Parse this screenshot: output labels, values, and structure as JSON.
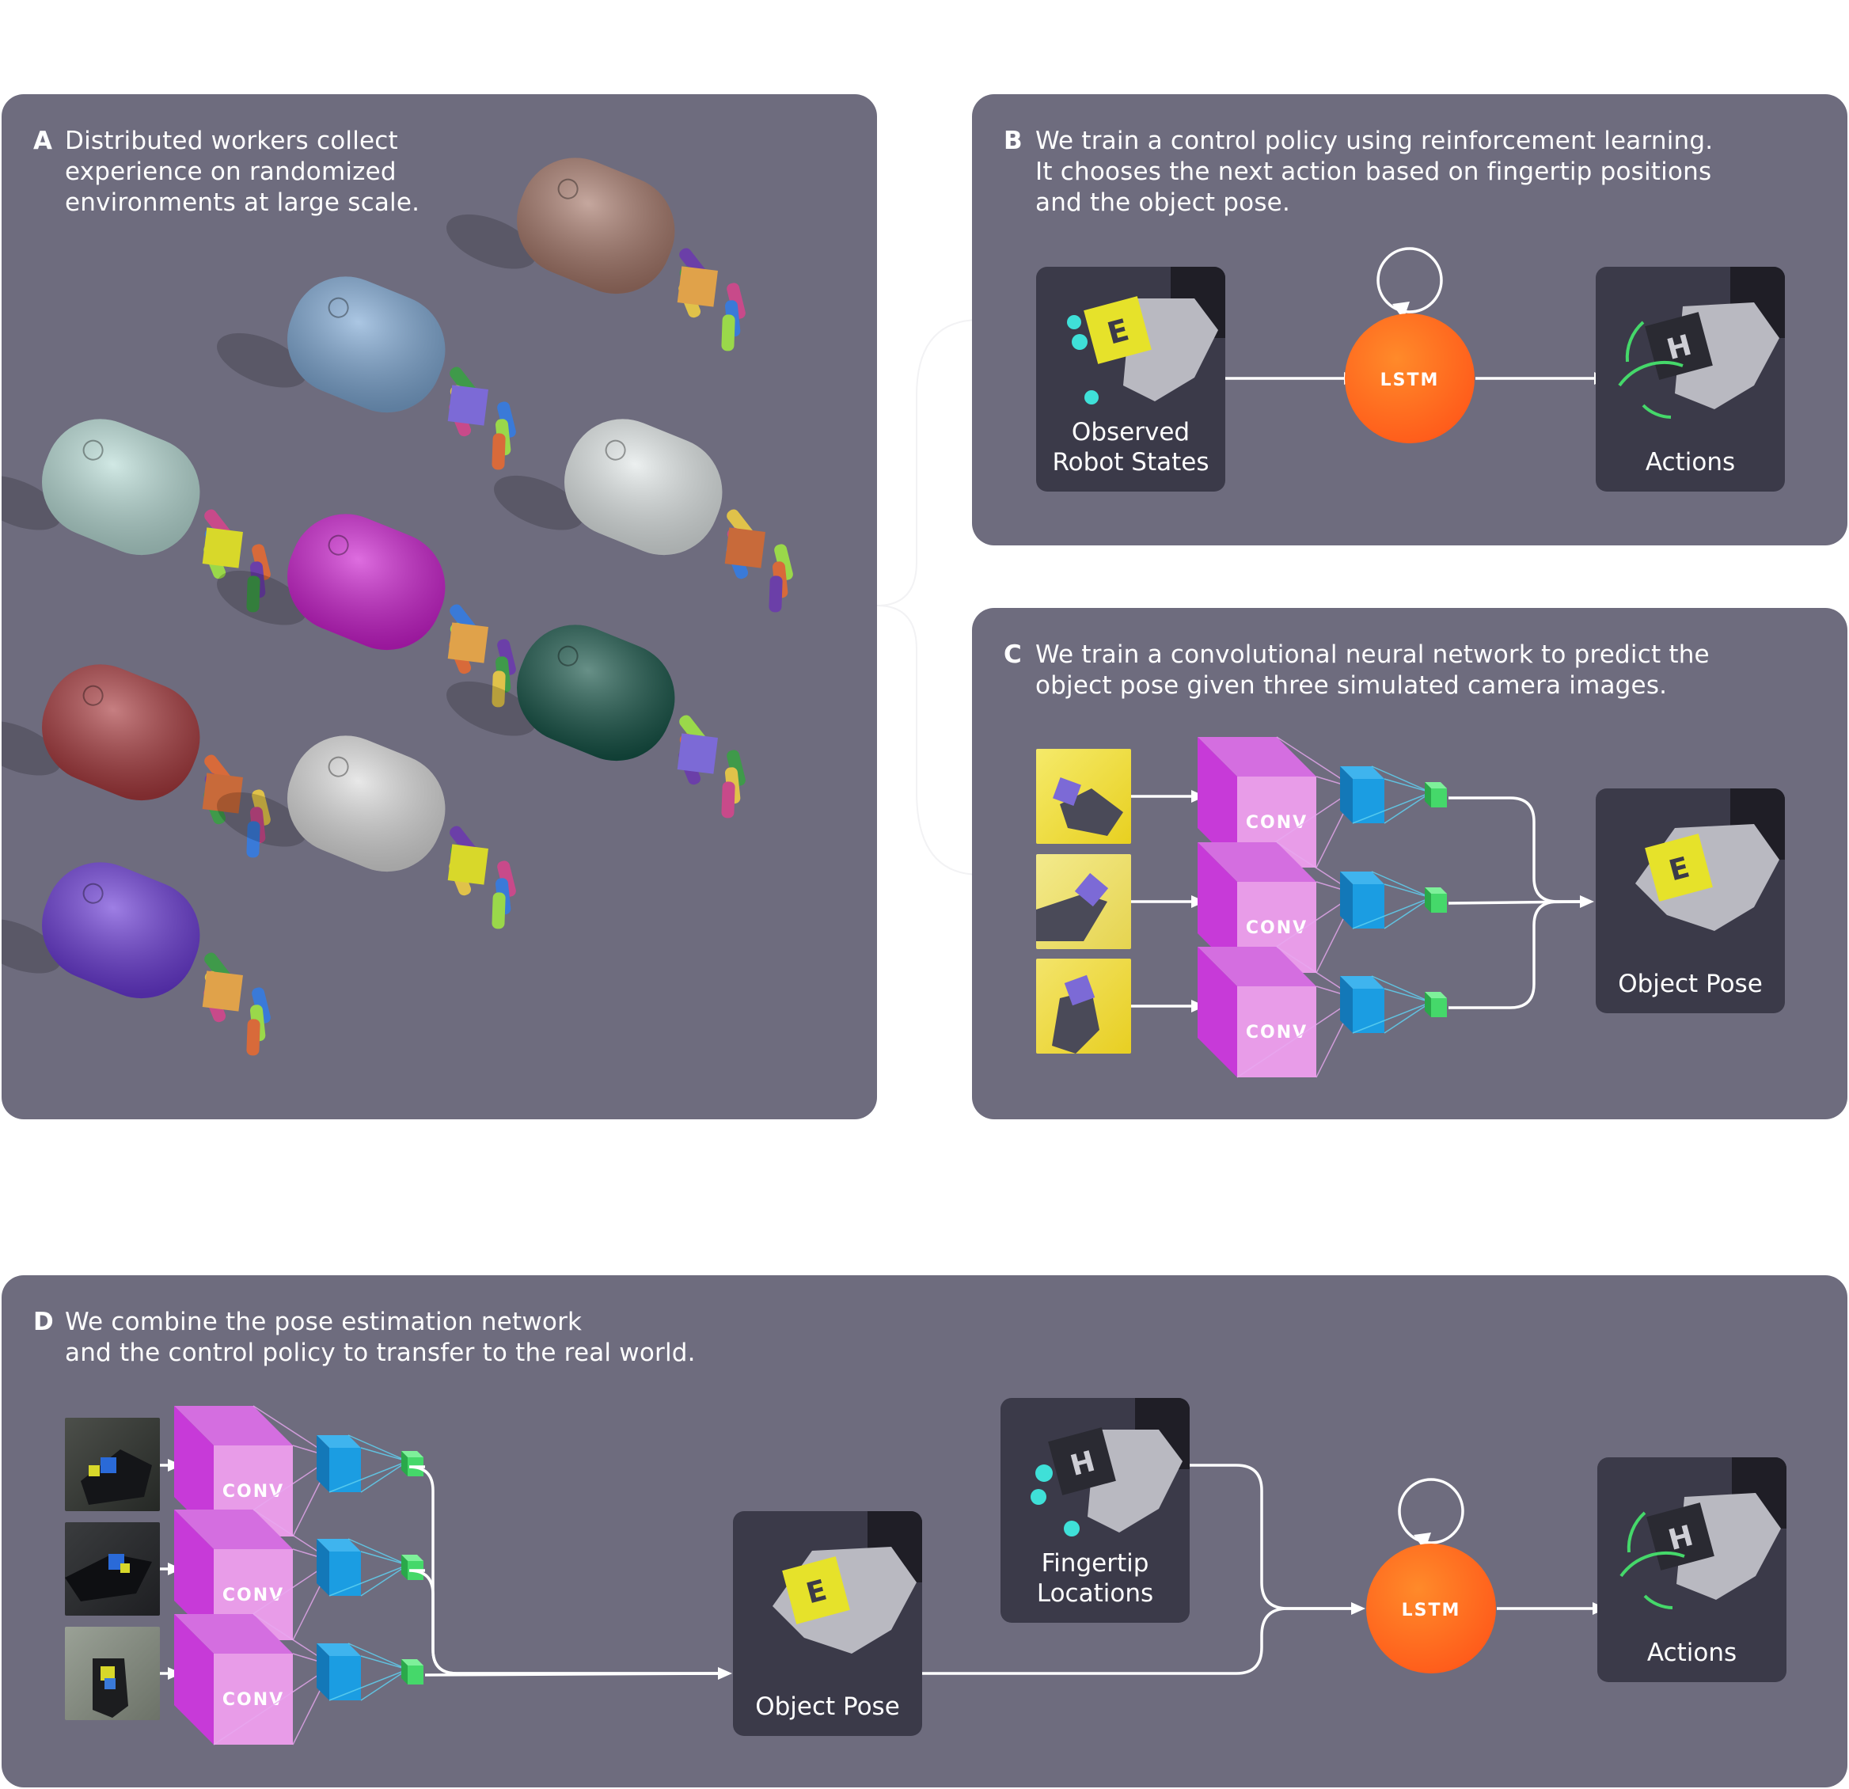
{
  "panel_a": {
    "letter": "A",
    "caption": "Distributed workers collect\nexperience on randomized\nenvironments at large scale.",
    "cylinder_colors": [
      "#a6786a",
      "#7ea8d4",
      "#e2e8e8",
      "#b8dcd6",
      "#cc1fcf",
      "#165447",
      "#a83a3e",
      "#dcdcdc",
      "#6a3ad6"
    ]
  },
  "panel_b": {
    "letter": "B",
    "caption": "We train a control policy using reinforcement learning.\nIt chooses the next action based on fingertip positions\nand the object pose.",
    "input_label": "Observed\nRobot States",
    "node_label": "LSTM",
    "output_label": "Actions"
  },
  "panel_c": {
    "letter": "C",
    "caption": "We train a convolutional neural network to predict the\nobject pose given three simulated camera images.",
    "conv_label": "CONV",
    "output_label": "Object Pose"
  },
  "panel_d": {
    "letter": "D",
    "caption": "We combine the pose estimation network\nand the control policy to transfer to the real world.",
    "conv_label": "CONV",
    "pose_label": "Object Pose",
    "fingertip_label": "Fingertip\nLocations",
    "node_label": "LSTM",
    "output_label": "Actions"
  },
  "colors": {
    "panel": "#6e6c7e",
    "card": "#3b3a49",
    "lstm": "#ff6a1e",
    "conv_front": "#e89ce8",
    "conv_side": "#c73ad8",
    "blue": "#1b9de2",
    "green": "#45d86a"
  }
}
